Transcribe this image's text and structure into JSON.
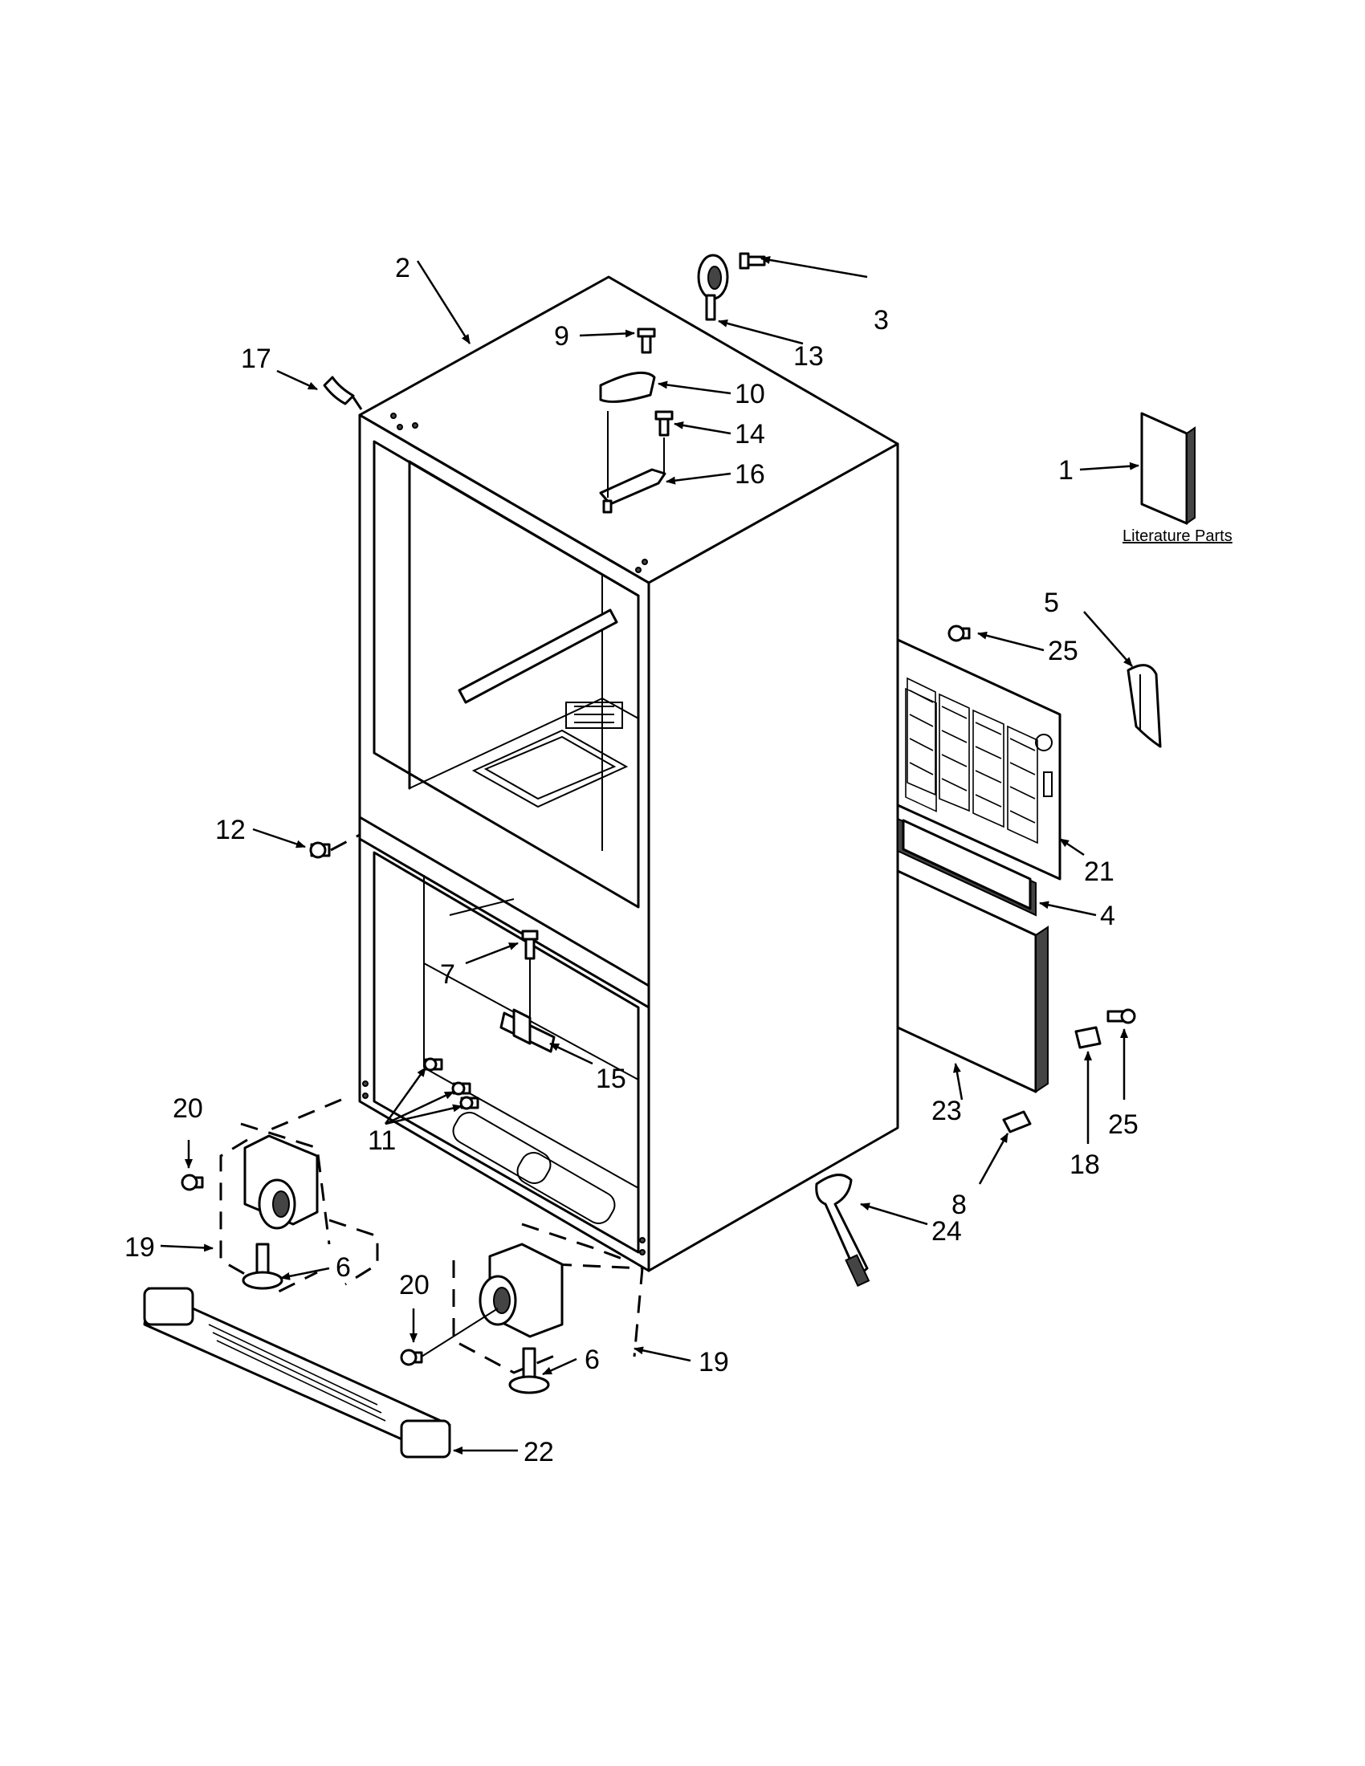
{
  "diagram": {
    "literature_label": "Literature Parts",
    "callouts": {
      "c1": "1",
      "c2": "2",
      "c3": "3",
      "c4": "4",
      "c5": "5",
      "c6a": "6",
      "c6b": "6",
      "c7": "7",
      "c8": "8",
      "c9": "9",
      "c10": "10",
      "c11": "11",
      "c12": "12",
      "c13": "13",
      "c14": "14",
      "c15": "15",
      "c16": "16",
      "c17": "17",
      "c18": "18",
      "c19a": "19",
      "c19b": "19",
      "c20a": "20",
      "c20b": "20",
      "c21": "21",
      "c22": "22",
      "c23": "23",
      "c24": "24",
      "c25a": "25",
      "c25b": "25"
    }
  }
}
